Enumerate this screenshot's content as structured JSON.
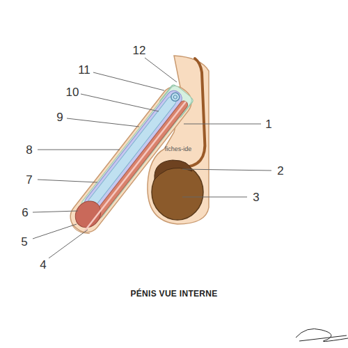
{
  "diagram": {
    "caption": "PÉNIS VUE INTERNE",
    "labels": [
      "1",
      "2",
      "3",
      "4",
      "5",
      "6",
      "7",
      "8",
      "9",
      "10",
      "11",
      "12",
      "fiches-ide"
    ]
  }
}
